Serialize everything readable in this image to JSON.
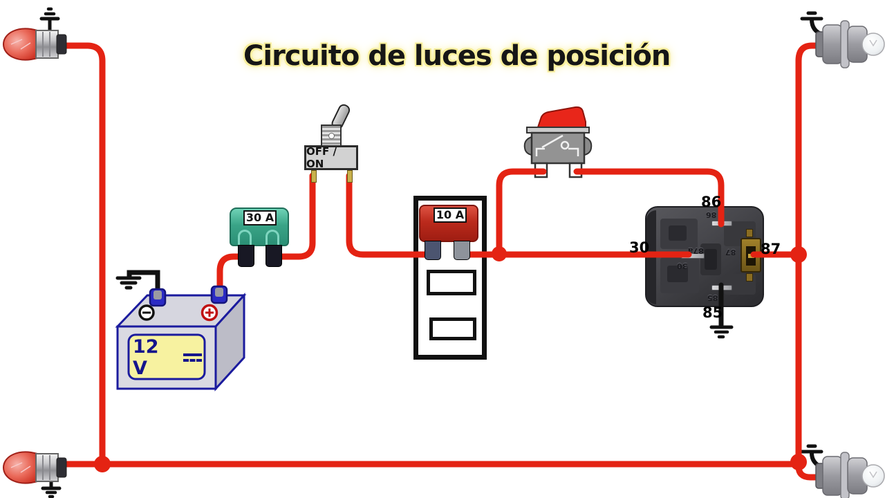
{
  "title": "Circuito de luces de posición",
  "battery": {
    "voltage_label": "12 V",
    "negative_symbol": "−",
    "positive_symbol": "+"
  },
  "fuses": {
    "fuse30_label": "30 A",
    "fuse10_label": "10 A"
  },
  "toggle_switch": {
    "label": "OFF / ON"
  },
  "relay": {
    "terminal_86": "86",
    "terminal_30": "30",
    "terminal_87": "87",
    "terminal_85": "85",
    "molded_labels": {
      "m86": "86",
      "m87a": "87a",
      "m87": "87",
      "m30": "30",
      "m85": "85"
    }
  },
  "colors": {
    "wire_red": "#e42313",
    "wire_black": "#111111",
    "fuse30_green": "#3aa487",
    "fuse10_red": "#bb2a1c",
    "battery_outline": "#1b1b9e",
    "battery_label_bg": "#f7f2a0",
    "title_glow": "#f7ec95",
    "relay_body": "#46464b",
    "rocker_red": "#e8261a",
    "bulb_red": "#ea6a5a"
  }
}
